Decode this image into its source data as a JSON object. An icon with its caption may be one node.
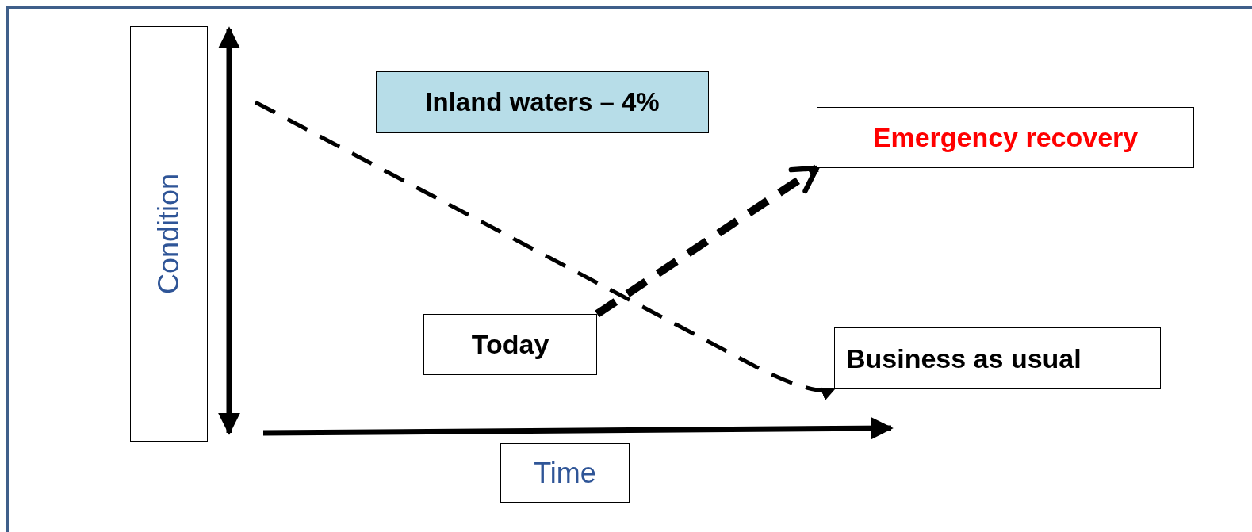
{
  "diagram": {
    "nodes": [
      {
        "text": [
          "Condition"
        ]
      },
      {
        "text": [
          "Inland waters – 4%"
        ]
      },
      {
        "text": [
          "Emergency recovery"
        ]
      },
      {
        "text": [
          "Today"
        ]
      },
      {
        "text": [
          "Business as usual"
        ]
      },
      {
        "text": [
          "Time"
        ]
      }
    ],
    "edges": [
      {
        "from": null,
        "to": 4,
        "arrow": "to",
        "style": "dashed"
      },
      {
        "from": 3,
        "to": 2,
        "arrow": "to",
        "style": "dashed"
      }
    ]
  }
}
